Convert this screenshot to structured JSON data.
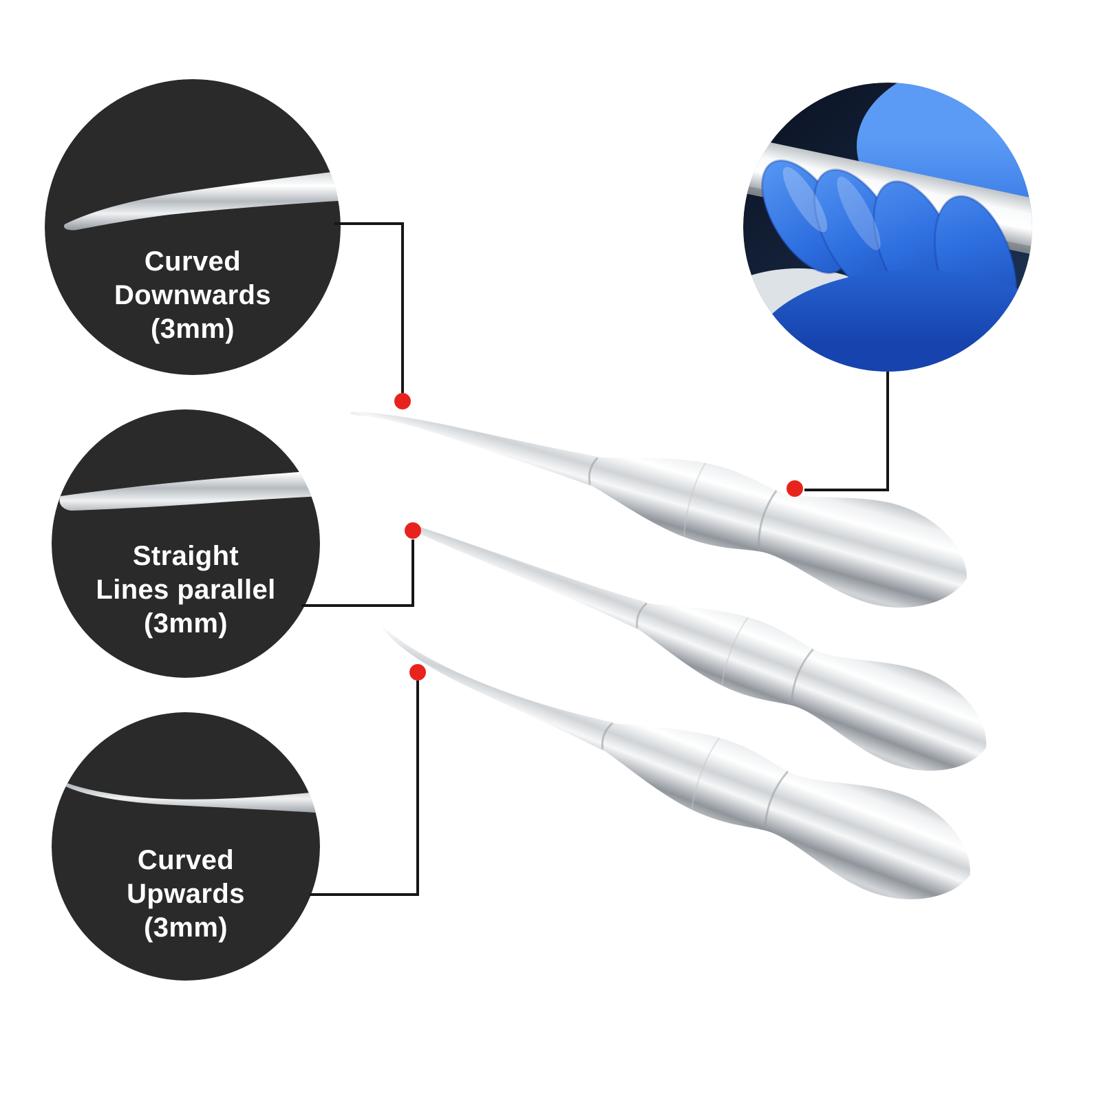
{
  "callouts": [
    {
      "id": "curved-downwards",
      "lines": [
        "Curved",
        "Downwards",
        "(3mm)"
      ]
    },
    {
      "id": "straight",
      "lines": [
        "Straight",
        "Lines parallel",
        "(3mm)"
      ]
    },
    {
      "id": "curved-upwards",
      "lines": [
        "Curved",
        "Upwards",
        "(3mm)"
      ]
    }
  ],
  "instruments": [
    {
      "name": "dental-elevator-curved-downwards-3mm"
    },
    {
      "name": "dental-elevator-straight-3mm"
    },
    {
      "name": "dental-elevator-curved-upwards-3mm"
    }
  ],
  "inset": {
    "name": "gloved-hand-holding-elevator-photo"
  },
  "colors": {
    "circle_bg": "#2b2a2a",
    "label_text": "#ffffff",
    "connector": "#161616",
    "marker": "#e8231d",
    "glove_blue": "#2e6fe0",
    "steel_light": "#f4f5f6",
    "steel_dark": "#9aa0a5"
  }
}
